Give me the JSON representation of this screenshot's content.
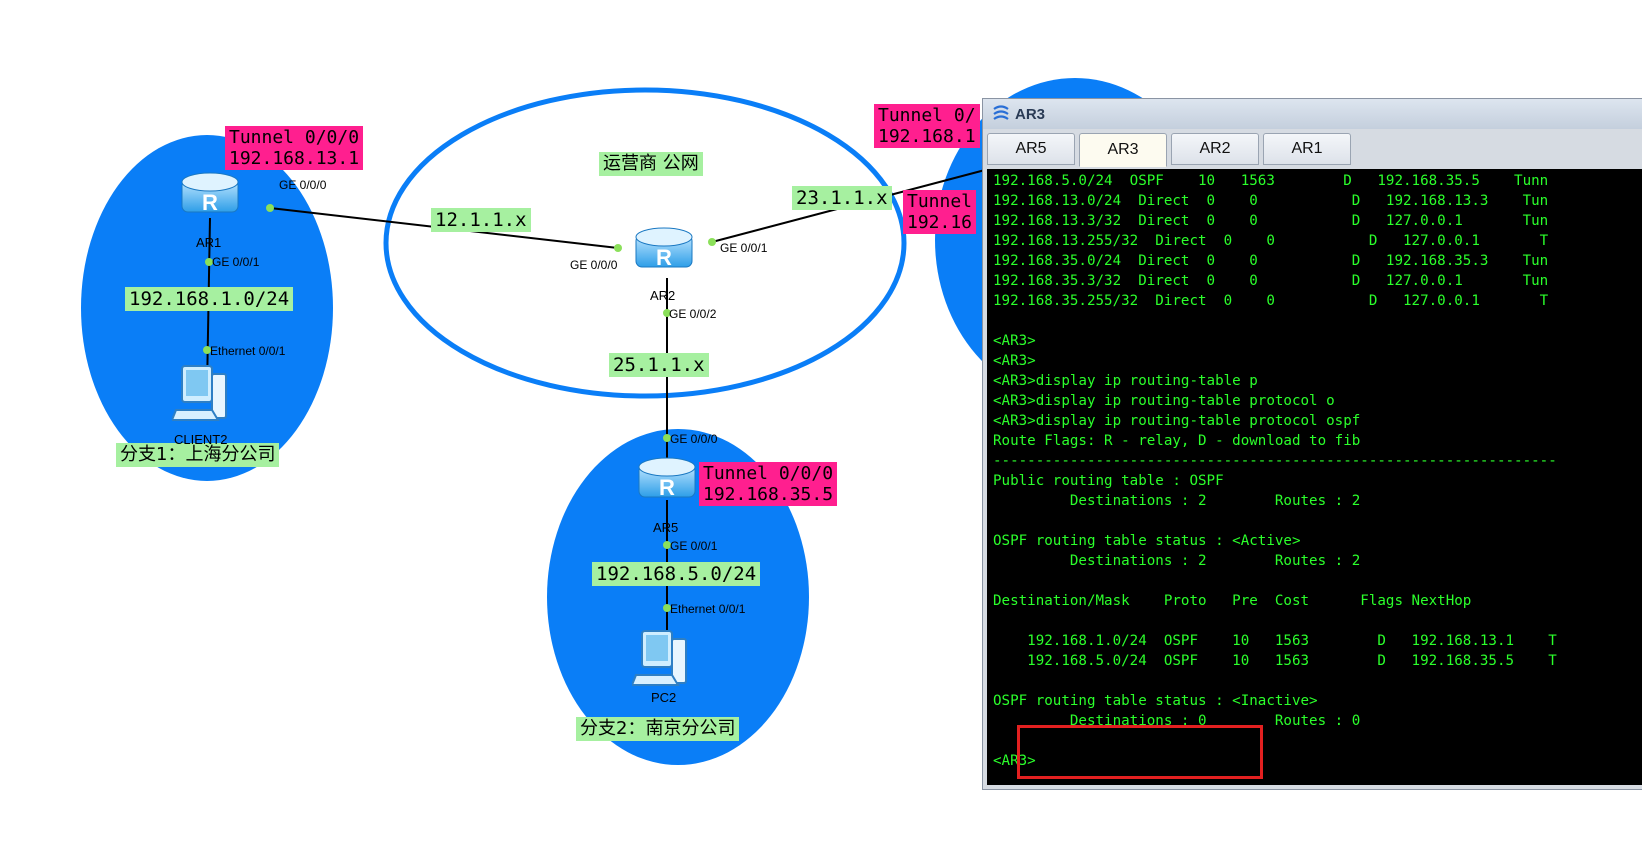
{
  "topology": {
    "isp_cloud_label": "运营商  公网",
    "branch1_label": "分支1：上海分公司",
    "branch2_label": "分支2：南京分公司",
    "links": {
      "ar1_ar2": "12.1.1.x",
      "ar2_ar3": "23.1.1.x",
      "ar2_ar5": "25.1.1.x",
      "ar1_lan": "192.168.1.0/24",
      "ar5_lan": "192.168.5.0/24"
    },
    "tunnels": {
      "ar1": "Tunnel 0/0/0\n192.168.13.1",
      "ar3_a": "Tunnel 0/\n192.168.1",
      "ar3_b": "Tunnel\n192.16",
      "ar5": "Tunnel 0/0/0\n192.168.35.5"
    },
    "ports": {
      "ar1_ge000": "GE 0/0/0",
      "ar1_ge001": "GE 0/0/1",
      "ar2_ge000": "GE 0/0/0",
      "ar2_ge001": "GE 0/0/1",
      "ar2_ge002": "GE 0/0/2",
      "ar5_ge000": "GE 0/0/0",
      "ar5_ge001": "GE 0/0/1",
      "client2_eth": "Ethernet 0/0/1",
      "pc2_eth": "Ethernet 0/0/1"
    },
    "devices": {
      "ar1": "AR1",
      "ar2": "AR2",
      "ar5": "AR5",
      "client2": "CLIENT2",
      "pc2": "PC2"
    }
  },
  "window": {
    "title": "AR3",
    "tabs": [
      {
        "label": "AR5",
        "active": false
      },
      {
        "label": "AR3",
        "active": true
      },
      {
        "label": "AR2",
        "active": false
      },
      {
        "label": "AR1",
        "active": false
      }
    ],
    "terminal_lines": [
      "192.168.5.0/24  OSPF    10   1563        D   192.168.35.5    Tunn",
      "192.168.13.0/24  Direct  0    0           D   192.168.13.3    Tun",
      "192.168.13.3/32  Direct  0    0           D   127.0.0.1       Tun",
      "192.168.13.255/32  Direct  0    0           D   127.0.0.1       T",
      "192.168.35.0/24  Direct  0    0           D   192.168.35.3    Tun",
      "192.168.35.3/32  Direct  0    0           D   127.0.0.1       Tun",
      "192.168.35.255/32  Direct  0    0           D   127.0.0.1       T",
      "",
      "<AR3>",
      "<AR3>",
      "<AR3>display ip routing-table p",
      "<AR3>display ip routing-table protocol o",
      "<AR3>display ip routing-table protocol ospf",
      "Route Flags: R - relay, D - download to fib",
      "------------------------------------------------------------------",
      "Public routing table : OSPF",
      "         Destinations : 2        Routes : 2",
      "",
      "OSPF routing table status : <Active>",
      "         Destinations : 2        Routes : 2",
      "",
      "Destination/Mask    Proto   Pre  Cost      Flags NextHop",
      "",
      "    192.168.1.0/24  OSPF    10   1563        D   192.168.13.1    T",
      "    192.168.5.0/24  OSPF    10   1563        D   192.168.35.5    T",
      "",
      "OSPF routing table status : <Inactive>",
      "         Destinations : 0        Routes : 0",
      "",
      "<AR3>"
    ]
  },
  "colors": {
    "site_blue": "#0a7ef7",
    "link_label_green": "#a6f0a0",
    "tunnel_label_pink": "#ff1f8f",
    "terminal_text": "#2bff2b",
    "highlight_red": "#e32020"
  }
}
